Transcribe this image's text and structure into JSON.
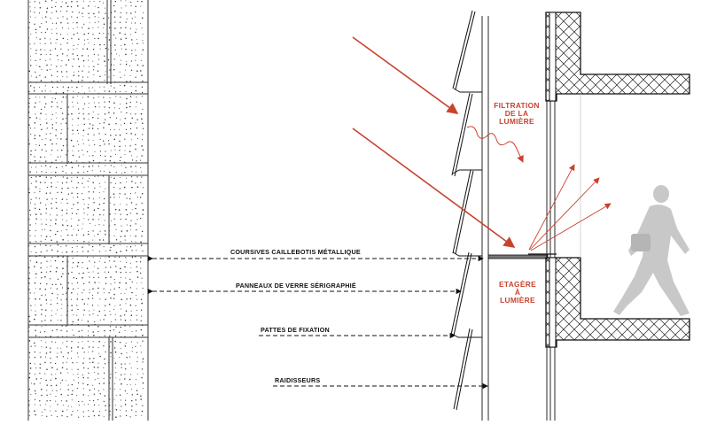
{
  "colors": {
    "accent_red": "#c8432e",
    "line_black": "#111111",
    "hatch": "#222222",
    "figure_gray": "#c8c8c8",
    "background": "#ffffff"
  },
  "labels": {
    "coursives": "COURSIVES CAILLEBOTIS MÉTALLIQUE",
    "panneaux": "PANNEAUX DE VERRE SÉRIGRAPHIÉ",
    "pattes": "PATTES DE FIXATION",
    "raidisseurs": "RAIDISSEURS"
  },
  "filtration": {
    "line1": "FILTRATION",
    "line2": "DE LA",
    "line3": "LUMIÈRE"
  },
  "etagere": {
    "line1": "ETAGÈRE",
    "line2": "À",
    "line3": "LUMIÈRE"
  }
}
